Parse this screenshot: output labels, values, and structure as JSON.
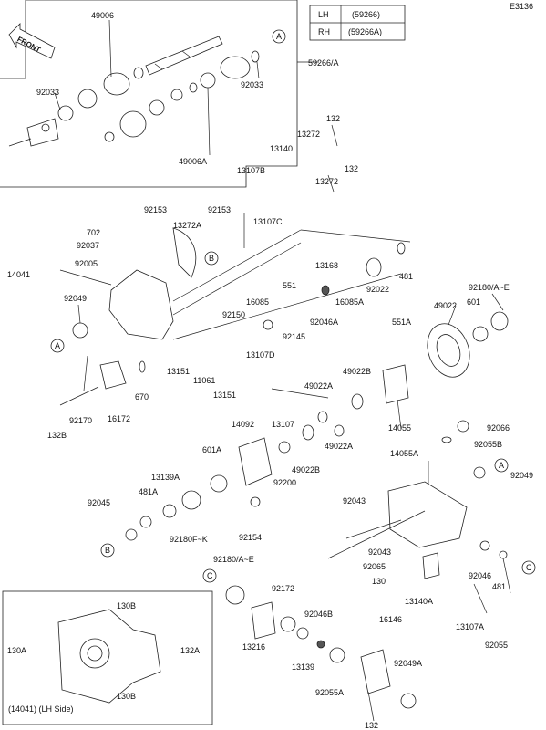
{
  "diagram_id": "E3136",
  "front_label": "FRONT",
  "legend": {
    "rows": [
      {
        "side": "LH",
        "code": "(59266)"
      },
      {
        "side": "RH",
        "code": "(59266A)"
      }
    ]
  },
  "inset_caption": "(14041)  (LH Side)",
  "circle_refs": [
    "A",
    "B",
    "C"
  ],
  "part_labels": [
    "49006",
    "92033",
    "59266/A",
    "92033",
    "49006A",
    "132",
    "13272",
    "13140",
    "13107B",
    "132",
    "13272",
    "92153",
    "13272A",
    "92153",
    "702",
    "92037",
    "13107C",
    "14041",
    "92005",
    "13168",
    "481",
    "551",
    "16085",
    "92022",
    "92049",
    "92150",
    "16085A",
    "92180/A~E",
    "49022",
    "601",
    "92046A",
    "551A",
    "92145",
    "13107D",
    "13151",
    "11061",
    "13151",
    "49022B",
    "670",
    "49022A",
    "16172",
    "92170",
    "14055",
    "132B",
    "13107",
    "14092",
    "49022A",
    "92066",
    "14055A",
    "92055B",
    "601A",
    "49022B",
    "92200",
    "92049",
    "481A",
    "13139A",
    "92043",
    "92045",
    "92154",
    "92180F~K",
    "92043",
    "92065",
    "92180/A~E",
    "130",
    "13140A",
    "92046",
    "481",
    "92172",
    "92046B",
    "16146",
    "13107A",
    "130B",
    "130A",
    "132A",
    "13216",
    "92055",
    "130B",
    "13139",
    "92049A",
    "92055A",
    "132"
  ]
}
